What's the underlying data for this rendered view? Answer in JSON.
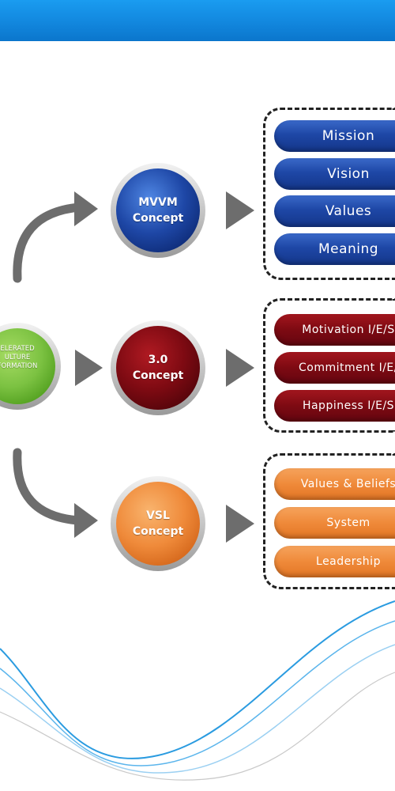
{
  "colors": {
    "header_blue": "#1287de",
    "mvvm_blue": "#1e47a6",
    "concept_red": "#7d0a12",
    "vsl_orange": "#ef8a3a",
    "start_green": "#7cc242",
    "arrow_gray": "#6d6d6d",
    "wave_blue": "#2a9be0"
  },
  "start_node": {
    "lines": [
      "ELERATED",
      "ULTURE",
      "FORMATION"
    ]
  },
  "concepts": [
    {
      "id": "mvvm",
      "lines": [
        "MVVM",
        "Concept"
      ],
      "color": "blue",
      "items": [
        "Mission",
        "Vision",
        "Values",
        "Meaning"
      ]
    },
    {
      "id": "three",
      "lines": [
        "3.0",
        "Concept"
      ],
      "color": "red",
      "items": [
        "Motivation I/E/S",
        "Commitment I/E/",
        "Happiness I/E/S"
      ]
    },
    {
      "id": "vsl",
      "lines": [
        "VSL",
        "Concept"
      ],
      "color": "orange",
      "items": [
        "Values & Beliefs",
        "System",
        "Leadership"
      ]
    }
  ]
}
